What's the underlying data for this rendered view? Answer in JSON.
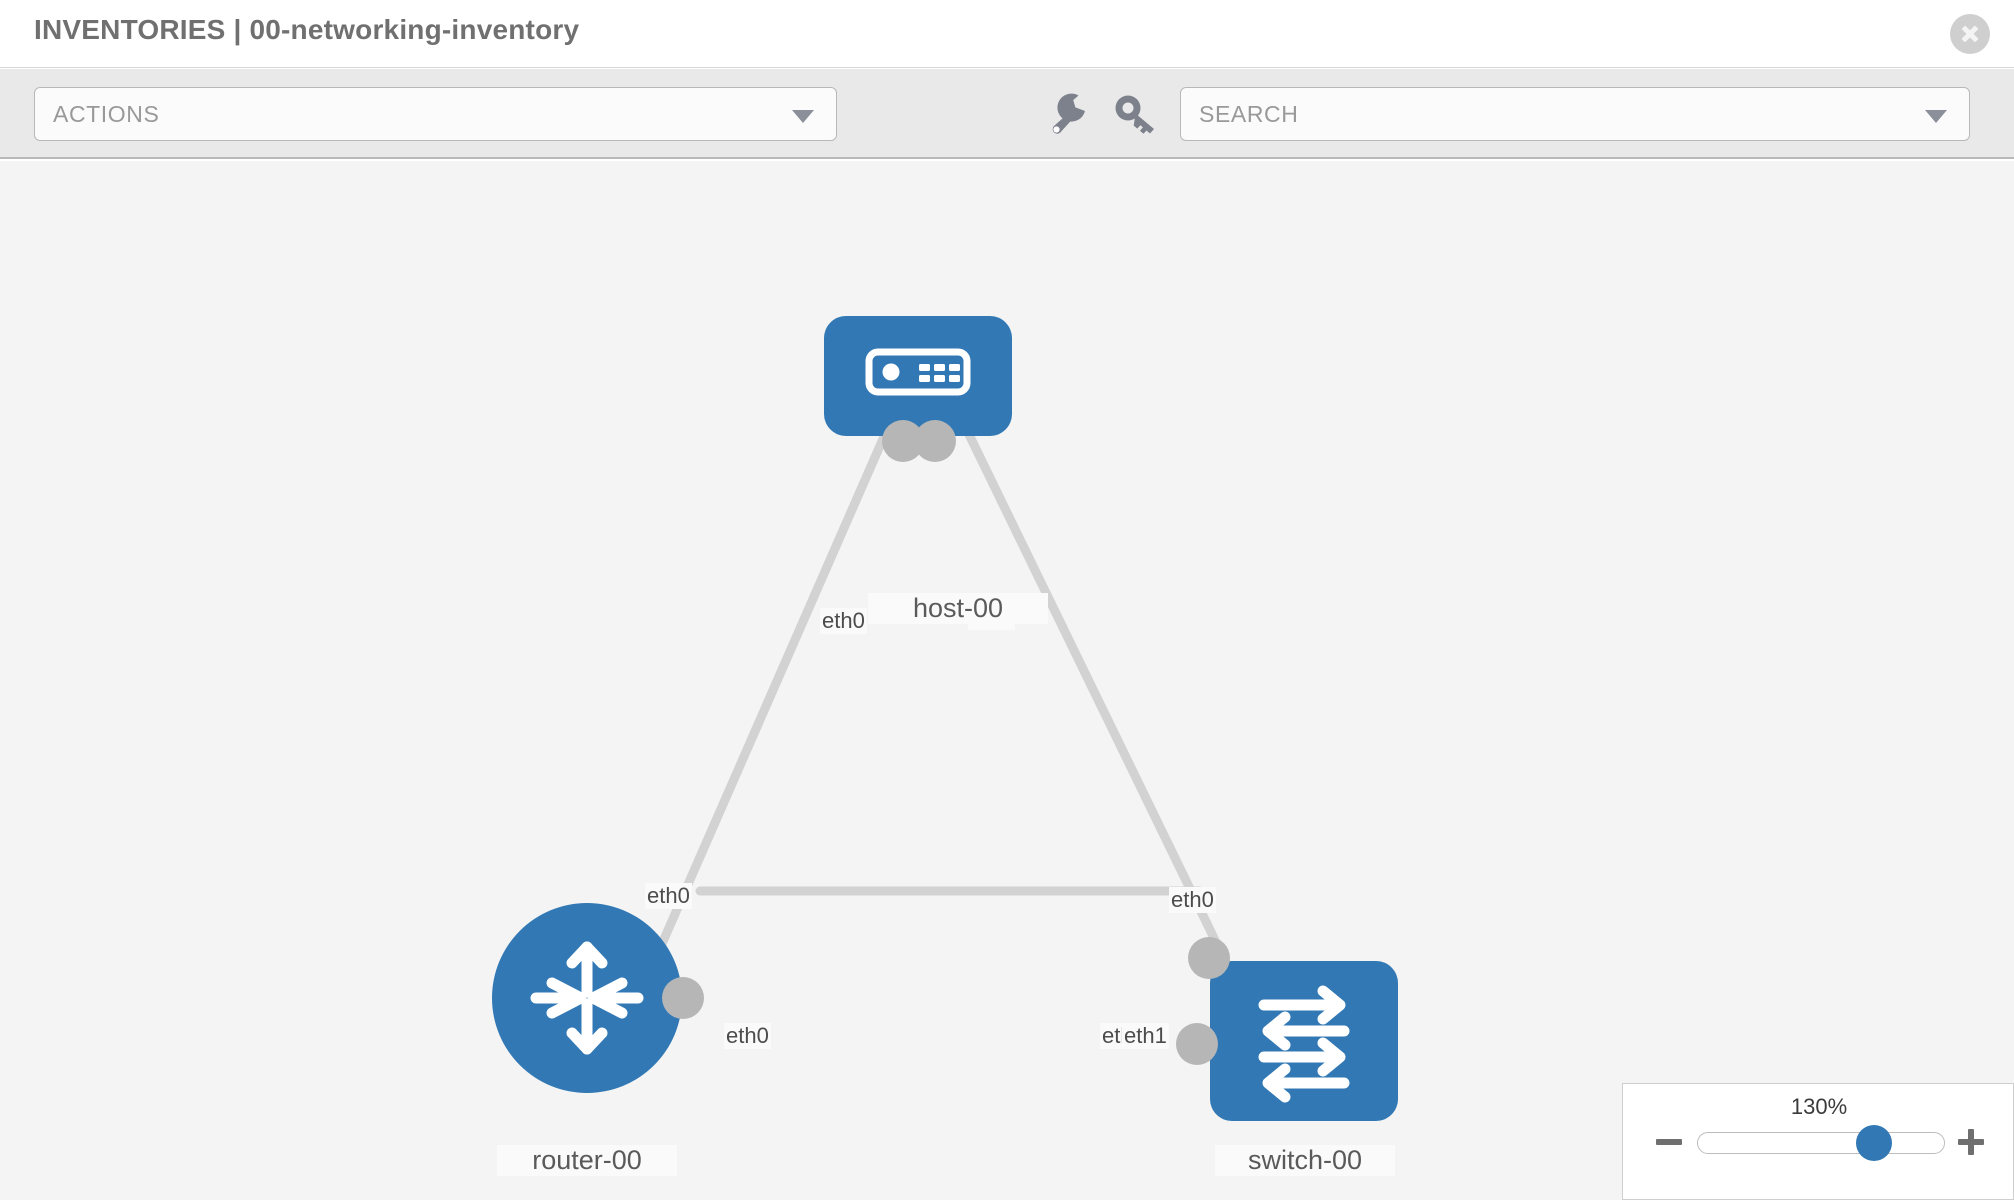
{
  "header": {
    "title": "INVENTORIES | 00-networking-inventory",
    "close_icon": "close-circle-icon"
  },
  "toolbar": {
    "actions_label": "ACTIONS",
    "actions_caret": "chevron-down-icon",
    "wrench_icon": "wrench-icon",
    "key_icon": "key-icon",
    "search_placeholder": "SEARCH",
    "search_value": "",
    "search_caret": "chevron-down-icon"
  },
  "topology": {
    "nodes": [
      {
        "id": "host-00",
        "label": "host-00",
        "icon": "server-icon",
        "shape": "rounded-square",
        "color": "#3178b4"
      },
      {
        "id": "router-00",
        "label": "router-00",
        "icon": "router-arrows-icon",
        "shape": "circle",
        "color": "#3178b4"
      },
      {
        "id": "switch-00",
        "label": "switch-00",
        "icon": "switch-arrows-icon",
        "shape": "rounded-square",
        "color": "#3178b4"
      }
    ],
    "interfaces": [
      {
        "id": "host-left",
        "label": "eth0"
      },
      {
        "id": "host-right",
        "label": "eth0"
      },
      {
        "id": "router-up",
        "label": "eth0"
      },
      {
        "id": "router-right",
        "label": "eth0"
      },
      {
        "id": "switch-up",
        "label": "eth0"
      },
      {
        "id": "switch-left-a",
        "label": "eth0"
      },
      {
        "id": "switch-left-b",
        "label": "eth1"
      }
    ],
    "links": [
      {
        "from": "host-00",
        "to": "router-00",
        "from_iface": "eth0",
        "to_iface": "eth0"
      },
      {
        "from": "host-00",
        "to": "switch-00",
        "from_iface": "eth0",
        "to_iface": "eth0"
      },
      {
        "from": "router-00",
        "to": "switch-00",
        "from_iface": "eth0",
        "to_iface": "eth1"
      }
    ]
  },
  "zoom_control": {
    "value_label": "130%",
    "minus_icon": "minus-icon",
    "plus_icon": "plus-icon",
    "slider_name": "zoom-slider"
  }
}
